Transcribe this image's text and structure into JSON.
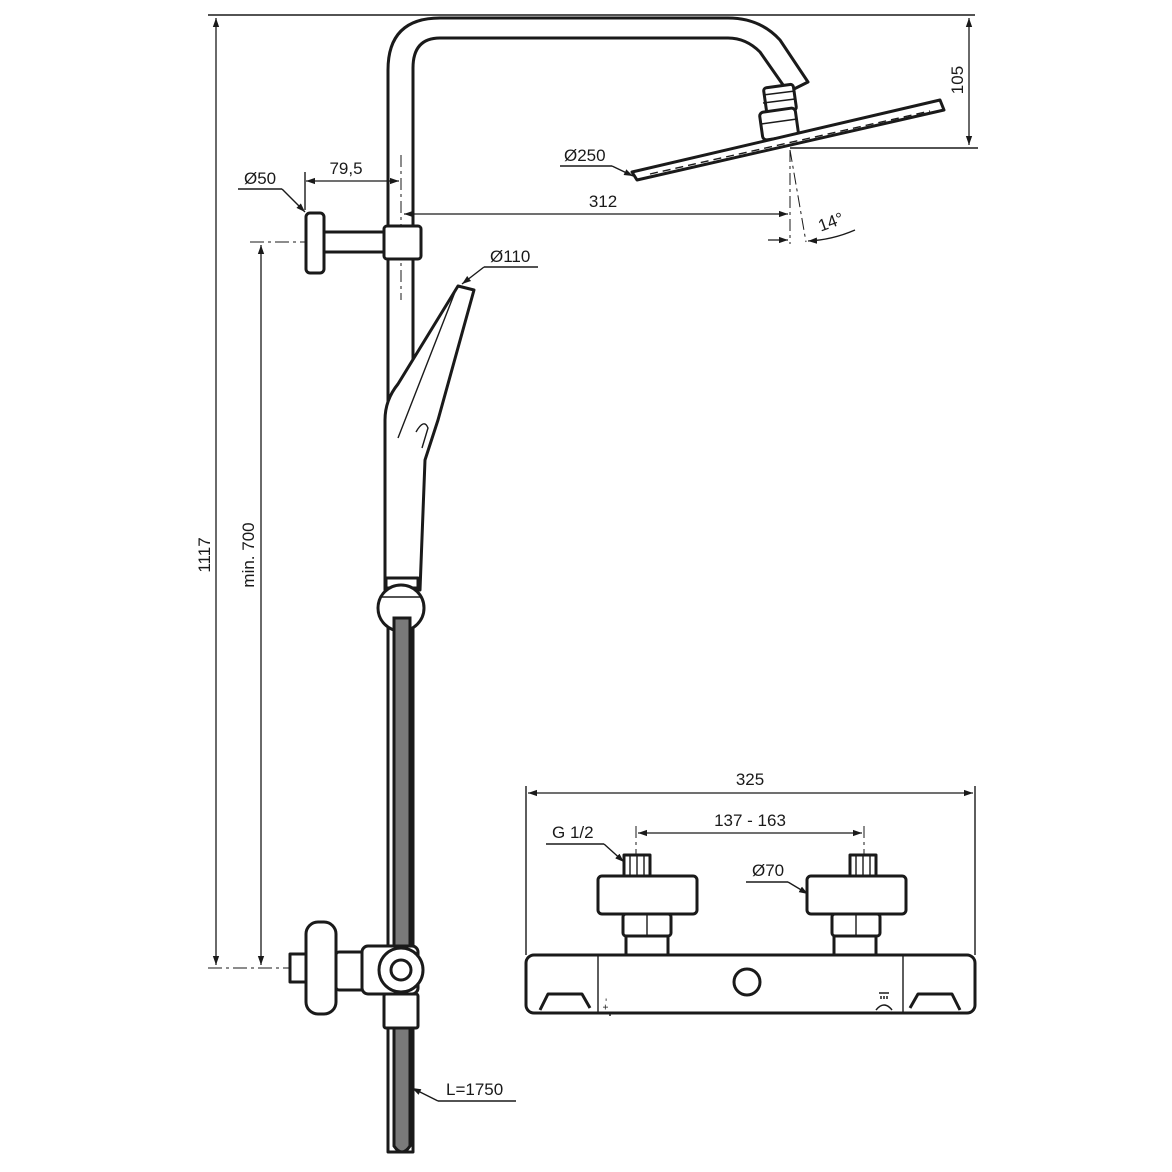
{
  "dimensions": {
    "total_height": "1117",
    "min_height": "min. 700",
    "wall_flange_diameter": "Ø50",
    "arm_offset": "79,5",
    "head_diameter": "Ø250",
    "head_projection": "312",
    "head_drop": "105",
    "head_tilt": "14°",
    "hand_shower_diameter": "Ø110",
    "hose_length": "L=1750",
    "mixer_width": "325",
    "inlet_centres": "137 - 163",
    "inlet_thread": "G 1/2",
    "escutcheon_diameter": "Ø70"
  },
  "markings": {
    "temperature": "+ -"
  }
}
